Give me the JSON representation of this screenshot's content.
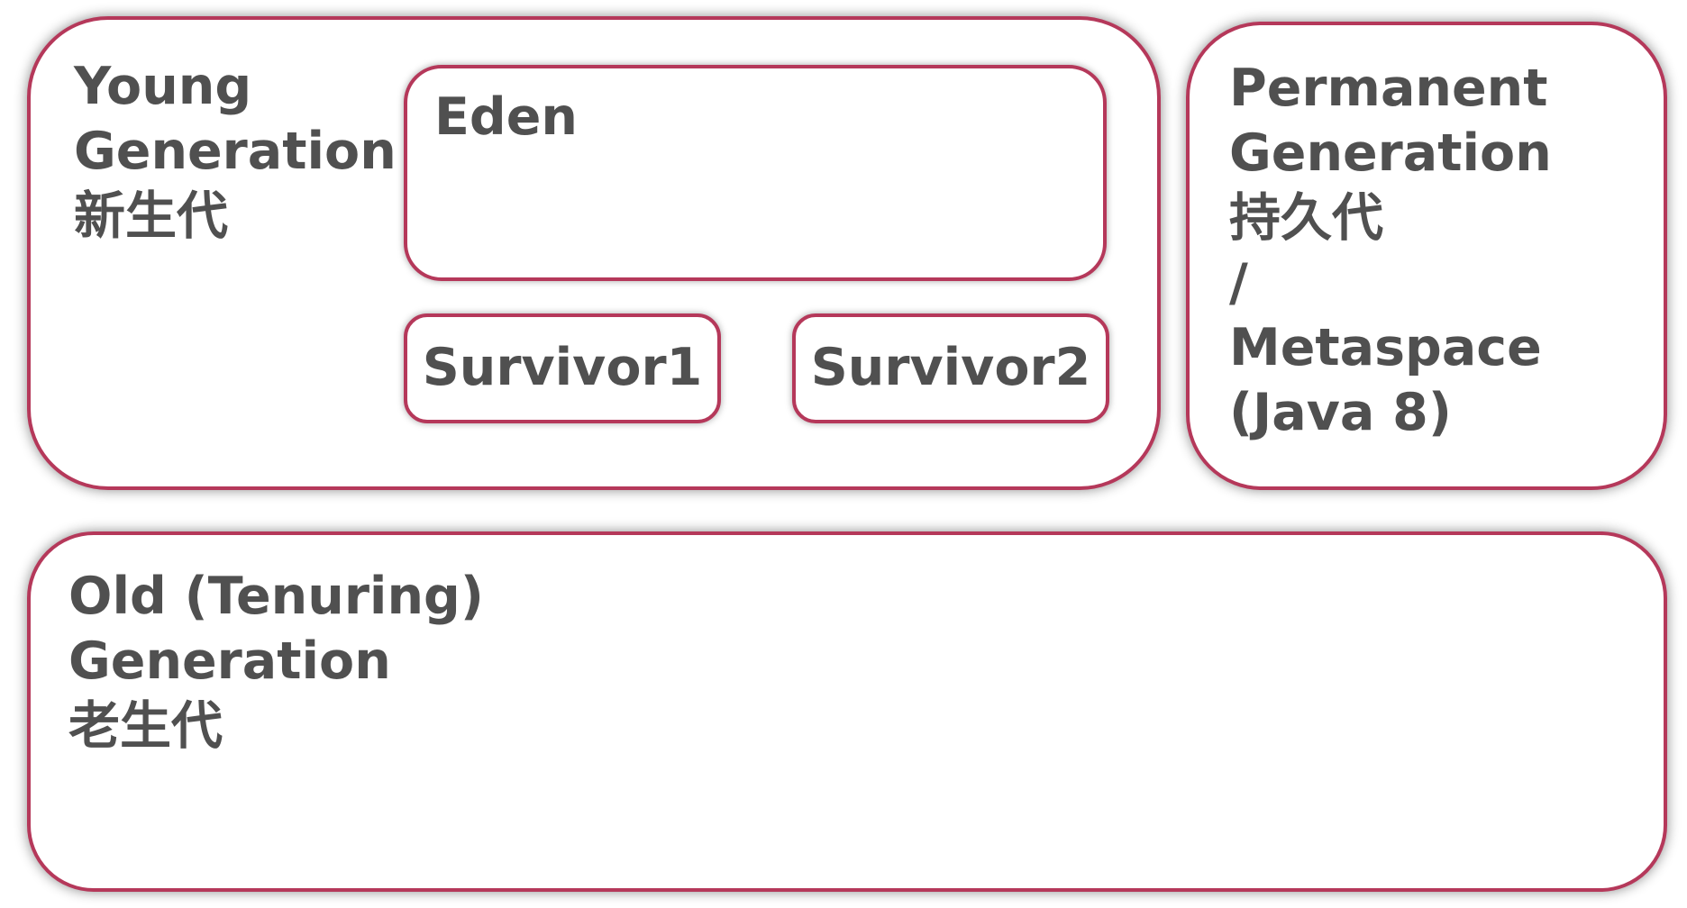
{
  "young_generation": {
    "title_lines": [
      "Young",
      "Generation",
      "新生代"
    ],
    "eden": {
      "label": "Eden"
    },
    "survivor1": {
      "label": "Survivor1"
    },
    "survivor2": {
      "label": "Survivor2"
    }
  },
  "permanent_generation": {
    "title_lines": [
      "Permanent",
      "Generation",
      "持久代",
      "/",
      "Metaspace",
      "(Java 8)"
    ]
  },
  "old_generation": {
    "title_lines": [
      "Old (Tenuring)",
      "Generation",
      "老生代"
    ]
  },
  "colors": {
    "border": "#b5385a",
    "text": "#505050",
    "background": "#ffffff"
  }
}
